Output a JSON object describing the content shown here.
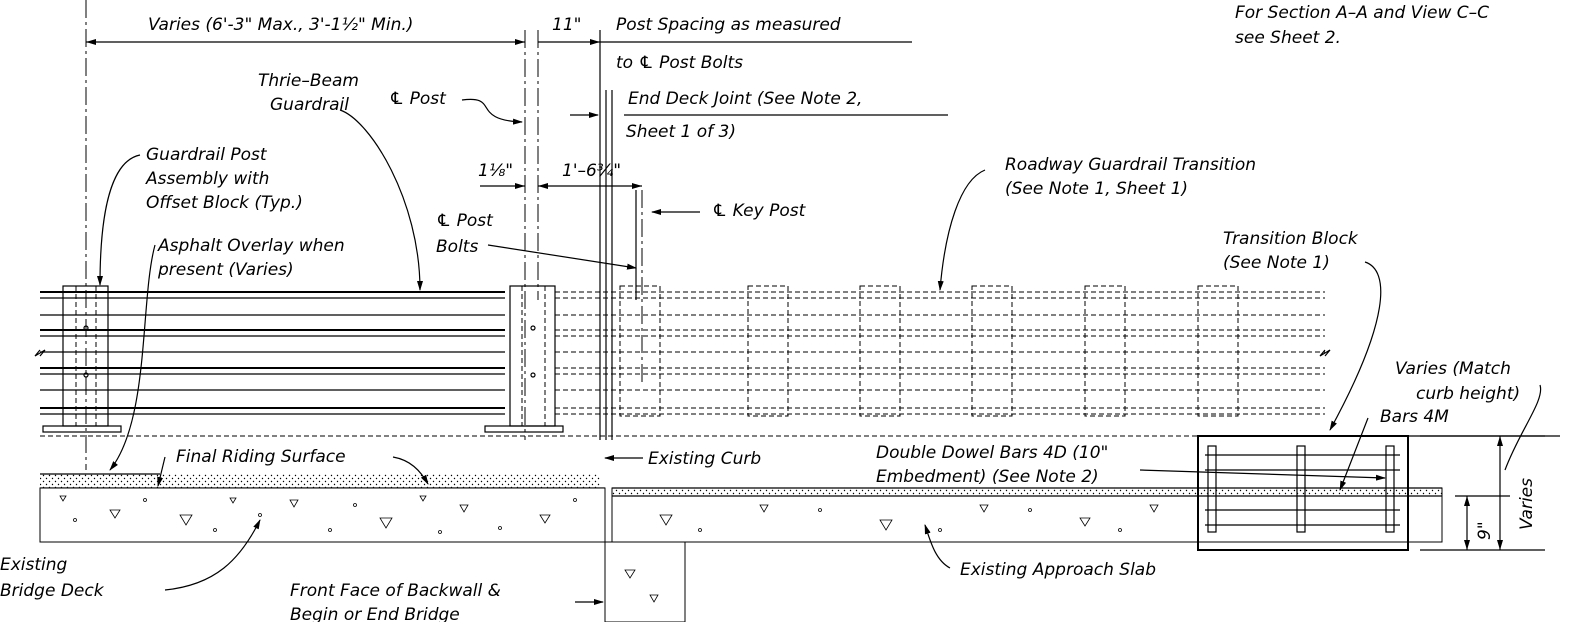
{
  "labels": {
    "varies_dim": "Varies (6'-3\" Max., 3'-1½\" Min.)",
    "dim_11": "11\"",
    "post_spacing_1": "Post Spacing as measured",
    "post_spacing_2": "to ℄ Post Bolts",
    "section_note_1": "For Section A–A and View C–C",
    "section_note_2": "see Sheet 2.",
    "thrie_beam_1": "Thrie–Beam",
    "thrie_beam_2": "Guardrail",
    "cl_post": "℄ Post",
    "end_deck_joint_1": "End Deck Joint (See Note 2,",
    "end_deck_joint_2": "Sheet 1 of 3)",
    "guardrail_post_1": "Guardrail Post",
    "guardrail_post_2": "Assembly with",
    "guardrail_post_3": "Offset Block (Typ.)",
    "dim_1_1_8": "1⅛\"",
    "dim_1_6_3_4": "1'–6¾\"",
    "roadway_transition_1": "Roadway Guardrail Transition",
    "roadway_transition_2": "(See Note 1, Sheet 1)",
    "cl_key_post": "℄ Key Post",
    "cl_post_bolts_1": "℄ Post",
    "cl_post_bolts_2": "Bolts",
    "asphalt_1": "Asphalt Overlay when",
    "asphalt_2": "present (Varies)",
    "transition_block_1": "Transition Block",
    "transition_block_2": "(See Note 1)",
    "varies_match_1": "Varies (Match",
    "varies_match_2": "curb height)",
    "bars_4m": "Bars 4M",
    "double_dowel_1": "Double Dowel Bars 4D (10\"",
    "double_dowel_2": "Embedment) (See Note 2)",
    "final_riding": "Final Riding Surface",
    "existing_curb": "Existing Curb",
    "existing_bridge_1": "Existing",
    "existing_bridge_2": "Bridge Deck",
    "existing_approach": "Existing Approach Slab",
    "front_face_1": "Front Face of Backwall &",
    "front_face_2": "Begin or End Bridge",
    "dim_9": "9\"",
    "dim_varies": "Varies"
  }
}
